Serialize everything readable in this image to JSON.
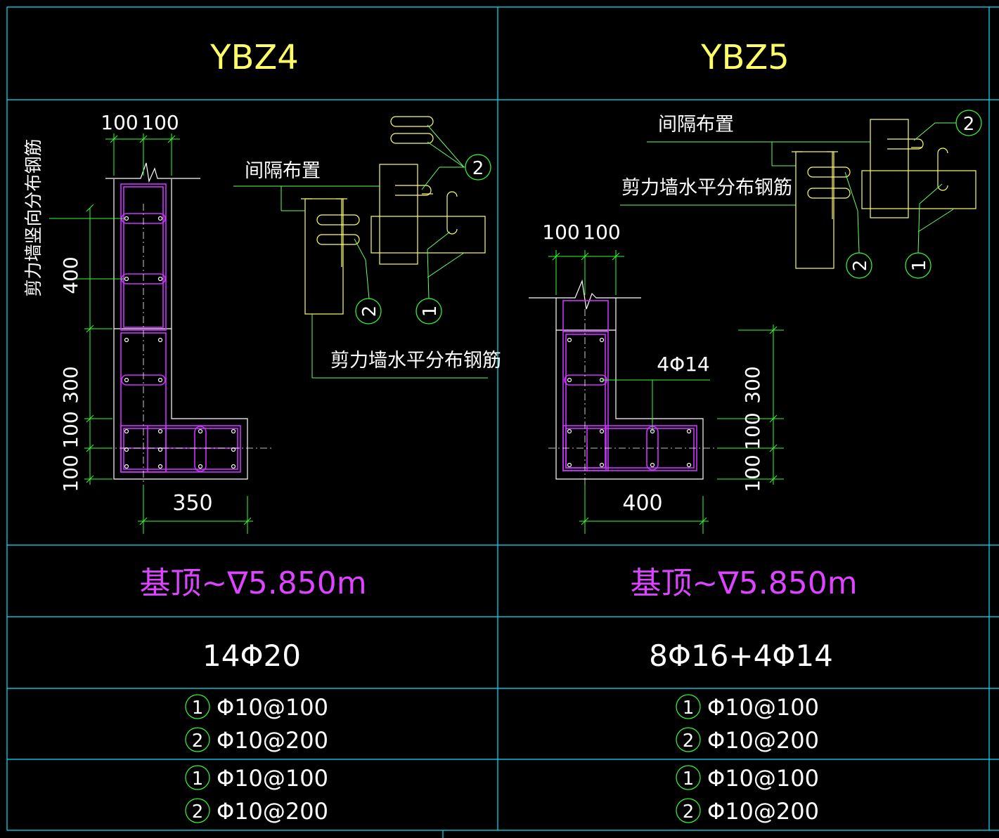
{
  "colors": {
    "background": "#000000",
    "grid": "#00e5ff",
    "title": "#ffff66",
    "dimension": "#33ff33",
    "outline": "#ffffff",
    "rebar": "#cc33ff",
    "leader": "#66ff66",
    "elevation": "#dd44ff",
    "detail": "#ffff66"
  },
  "columns": [
    {
      "title": "YBZ4",
      "dims": {
        "top_left": "100",
        "top_right": "100",
        "v_400": "400",
        "v_300": "300",
        "v_100a": "100",
        "v_100b": "100",
        "bottom": "350"
      },
      "labels": {
        "vertical_rebar": "剪力墙竖向分布钢筋",
        "spacing_layout": "间隔布置",
        "horizontal_rebar": "剪力墙水平分布钢筋",
        "callout_1": "1",
        "callout_2": "2",
        "callout_2b": "2"
      },
      "elevation": "基顶~∇5.850m",
      "main_rebar": "14Φ20",
      "stirrups_a": [
        {
          "num": "1",
          "spec": "Φ10@100"
        },
        {
          "num": "2",
          "spec": "Φ10@200"
        }
      ],
      "stirrups_b": [
        {
          "num": "1",
          "spec": "Φ10@100"
        },
        {
          "num": "2",
          "spec": "Φ10@200"
        }
      ]
    },
    {
      "title": "YBZ5",
      "dims": {
        "top_left": "100",
        "top_right": "100",
        "v_300": "300",
        "v_100a": "100",
        "v_100b": "100",
        "bottom": "400"
      },
      "labels": {
        "spacing_layout": "间隔布置",
        "horizontal_rebar": "剪力墙水平分布钢筋",
        "corner_rebar": "4Φ14",
        "callout_1": "1",
        "callout_2": "2",
        "callout_2b": "2"
      },
      "elevation": "基顶~∇5.850m",
      "main_rebar": "8Φ16+4Φ14",
      "stirrups_a": [
        {
          "num": "1",
          "spec": "Φ10@100"
        },
        {
          "num": "2",
          "spec": "Φ10@200"
        }
      ],
      "stirrups_b": [
        {
          "num": "1",
          "spec": "Φ10@100"
        },
        {
          "num": "2",
          "spec": "Φ10@200"
        }
      ]
    }
  ]
}
